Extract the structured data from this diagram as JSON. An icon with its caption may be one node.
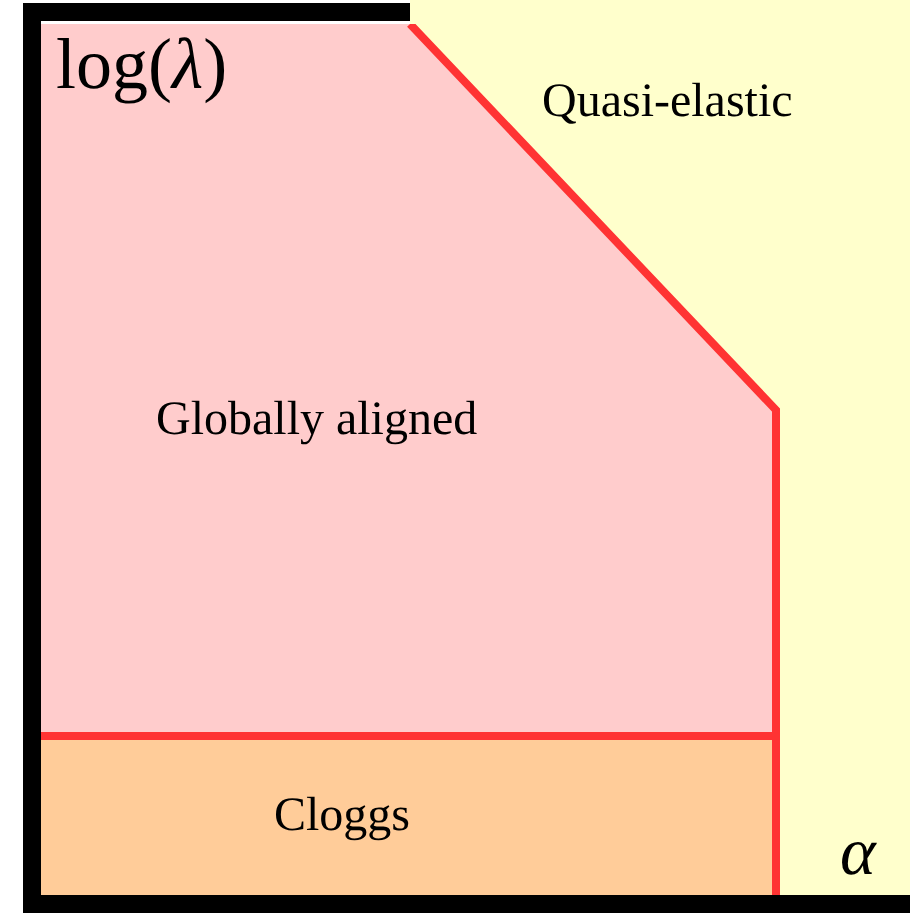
{
  "diagram": {
    "nodes": [
      {
        "text": [
          "Quasi-elastic"
        ]
      },
      {
        "text": [
          "Globally aligned"
        ]
      },
      {
        "text": [
          "Cloggs"
        ]
      }
    ],
    "labels": [
      "log(*λ*)",
      "α"
    ]
  }
}
